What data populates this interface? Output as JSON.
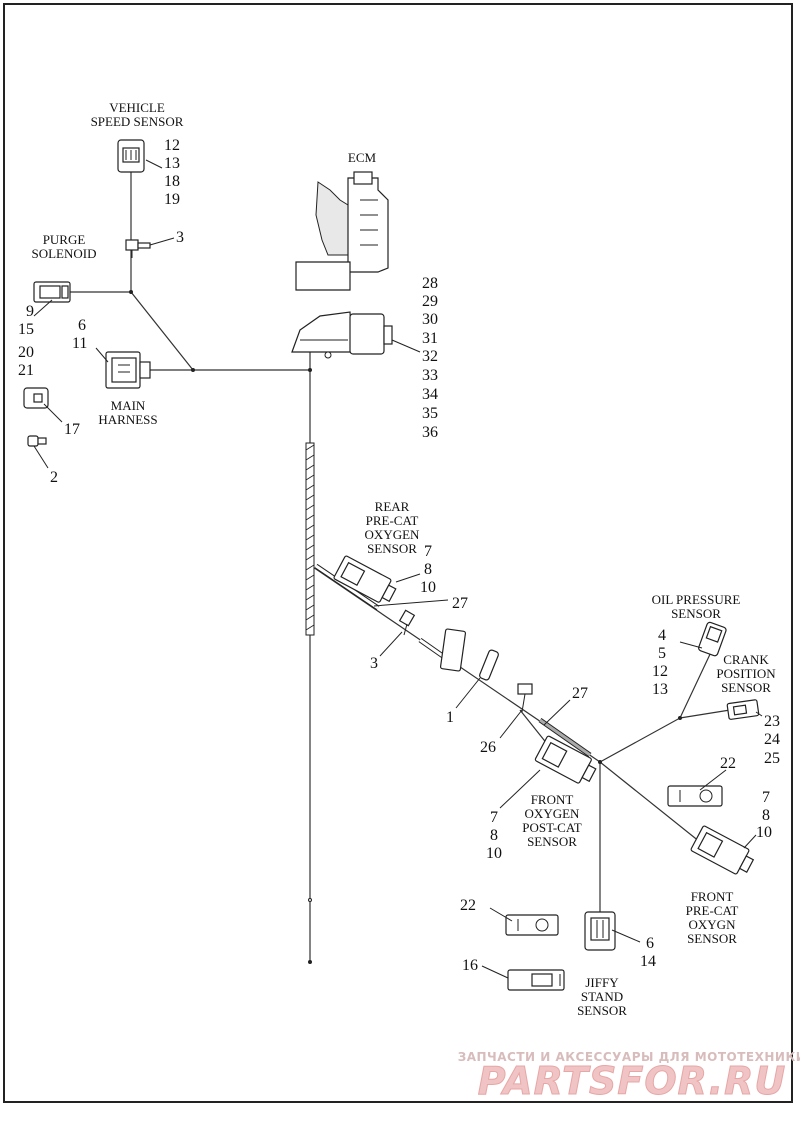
{
  "labels": {
    "vehicle_speed_sensor": [
      "VEHICLE",
      "SPEED SENSOR"
    ],
    "ecm": "ECM",
    "purge_solenoid": [
      "PURGE",
      "SOLENOID"
    ],
    "main_harness": [
      "MAIN",
      "HARNESS"
    ],
    "rear_pre_cat": [
      "REAR",
      "PRE-CAT",
      "OXYGEN",
      "SENSOR"
    ],
    "oil_pressure": [
      "OIL PRESSURE",
      "SENSOR"
    ],
    "crank_position": [
      "CRANK",
      "POSITION",
      "SENSOR"
    ],
    "front_post_cat": [
      "FRONT",
      "OXYGEN",
      "POST-CAT",
      "SENSOR"
    ],
    "front_pre_cat": [
      "FRONT",
      "PRE-CAT",
      "OXYGN",
      "SENSOR"
    ],
    "jiffy_stand": [
      "JIFFY",
      "STAND",
      "SENSOR"
    ]
  },
  "callouts": {
    "vss": [
      "12",
      "13",
      "18",
      "19"
    ],
    "vss_clip": "3",
    "purge": [
      "9",
      "15",
      "20",
      "21"
    ],
    "main_harness": [
      "6",
      "11"
    ],
    "p17": "17",
    "p2": "2",
    "ecm": [
      "28",
      "29",
      "30",
      "31",
      "32",
      "33",
      "34",
      "35",
      "36"
    ],
    "rear_pre_cat": [
      "7",
      "8",
      "10"
    ],
    "p27a": "27",
    "p3b": "3",
    "p1": "1",
    "p26": "26",
    "p27b": "27",
    "oil": [
      "4",
      "5",
      "12",
      "13"
    ],
    "crank": [
      "23",
      "24",
      "25"
    ],
    "p22a": "22",
    "front_post_cat": [
      "7",
      "8",
      "10"
    ],
    "front_pre_cat": [
      "7",
      "8",
      "10"
    ],
    "p22b": "22",
    "jiffy": [
      "6",
      "14"
    ],
    "p16": "16"
  },
  "watermark": {
    "top": "ЗАПЧАСТИ И АКСЕССУАРЫ ДЛЯ МОТОТЕХНИКИ",
    "brand": "PARTSFOR.RU"
  }
}
